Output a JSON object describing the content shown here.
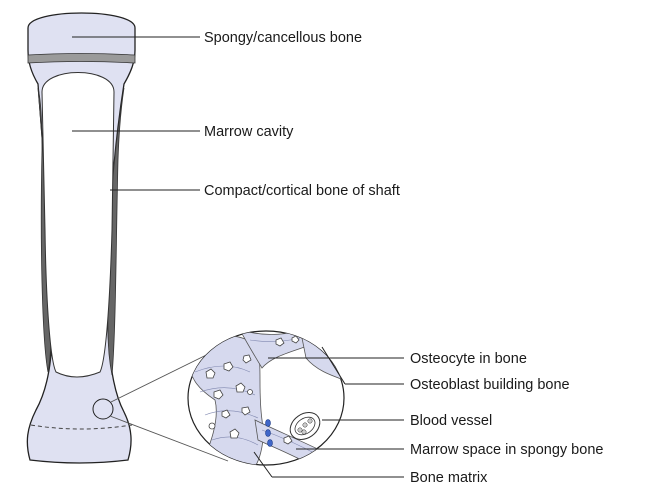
{
  "labels": {
    "spongy": "Spongy/cancellous bone",
    "marrow_cavity": "Marrow cavity",
    "compact": "Compact/cortical bone of shaft",
    "osteocyte": "Osteocyte in bone",
    "osteoblast": "Osteoblast building bone",
    "blood_vessel": "Blood vessel",
    "marrow_space": "Marrow space in spongy bone",
    "bone_matrix": "Bone matrix"
  },
  "colors": {
    "bone_fill": "#dfe1f2",
    "cortex_dark": "#666666",
    "marrow_fill": "#ffffff",
    "growth_plate": "#9a9a9a",
    "osteoblast": "#3f66c8",
    "outline": "#222222"
  }
}
